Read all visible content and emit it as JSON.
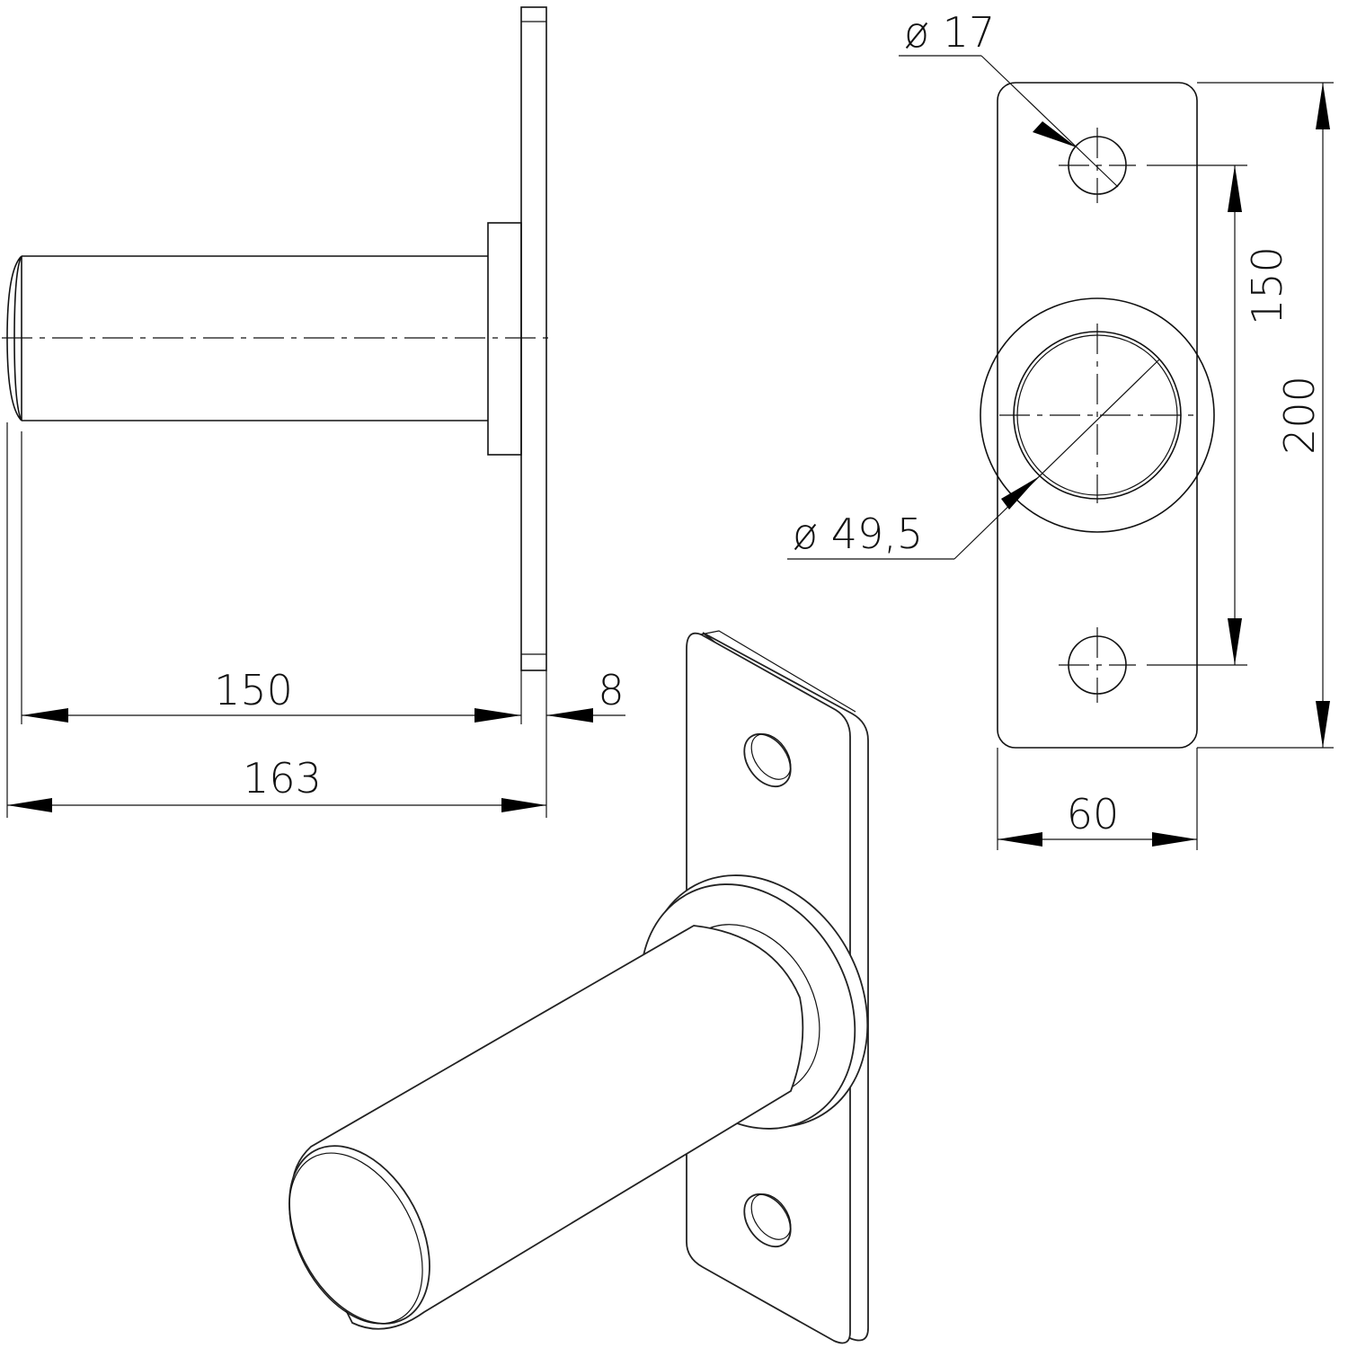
{
  "dimensions": {
    "side_shaft_length": "150",
    "side_plate_thickness": "8",
    "side_overall_length": "163",
    "front_hole_diameter": "ø 17",
    "front_hole_spacing": "150",
    "front_plate_height": "200",
    "front_shaft_diameter": "ø 49,5",
    "front_plate_width": "60"
  }
}
